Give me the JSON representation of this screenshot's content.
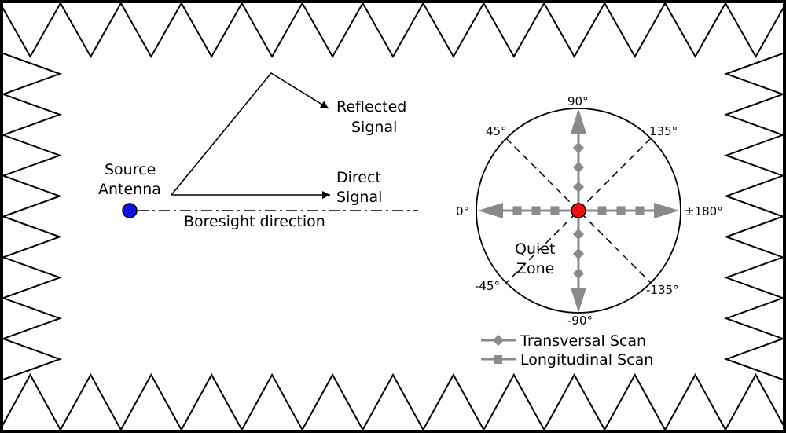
{
  "labels": {
    "reflected_signal": [
      "Reflected",
      "Signal"
    ],
    "direct_signal": [
      "Direct",
      "Signal"
    ],
    "source_antenna": [
      "Source",
      "Antenna"
    ],
    "boresight": "Boresight direction",
    "quiet_zone": [
      "Quiet",
      "Zone"
    ]
  },
  "angles": {
    "a90": "90°",
    "a45": "45°",
    "a135": "135°",
    "a0": "0°",
    "a180": "±180°",
    "an45": "-45°",
    "an135": "-135°",
    "an90": "-90°"
  },
  "legend": {
    "transversal": "Transversal Scan",
    "longitudinal": "Longitudinal Scan"
  },
  "colors": {
    "source_antenna": "#1010e0",
    "quiet_zone_center": "#ee1111",
    "scan_gray": "#8a8a8a"
  }
}
